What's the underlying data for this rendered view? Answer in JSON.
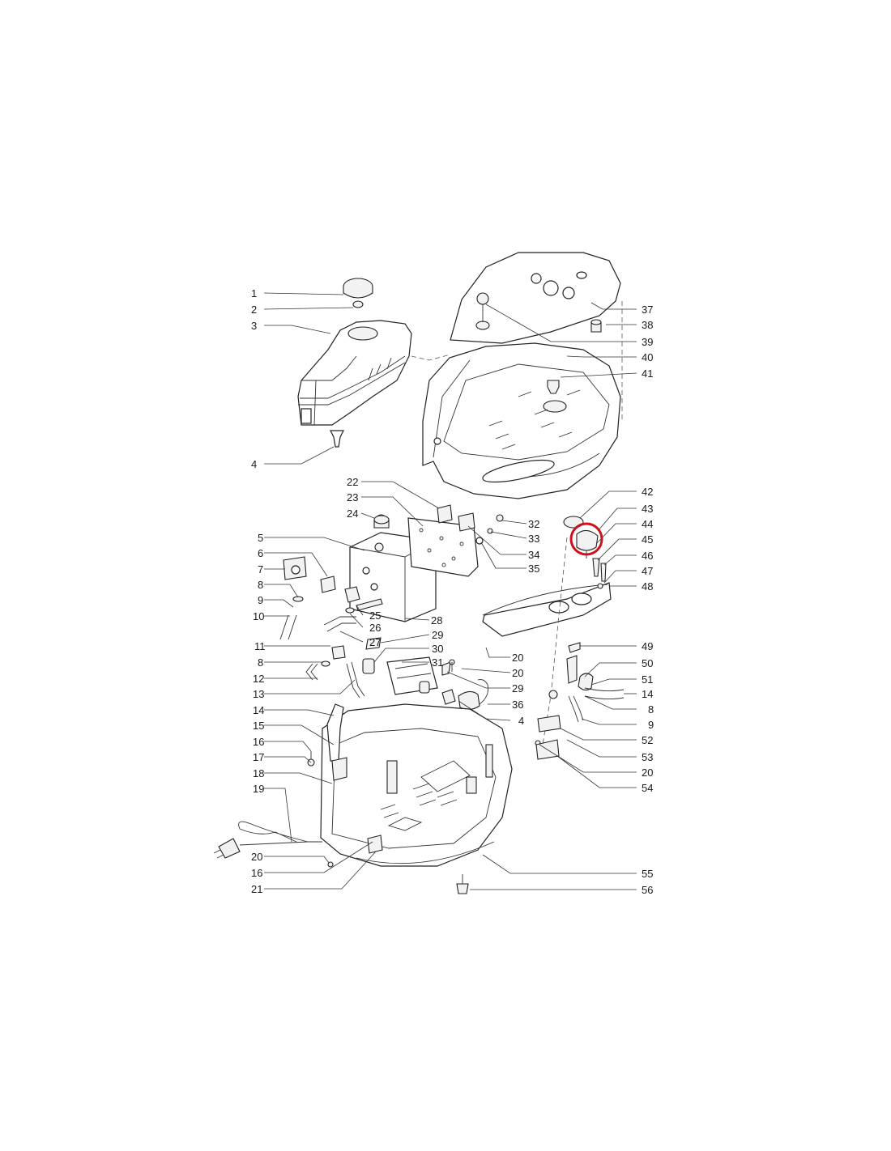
{
  "highlight_color": "#d0101e",
  "labels_left": [
    "1",
    "2",
    "3",
    "4",
    "22",
    "23",
    "24",
    "5",
    "6",
    "7",
    "8",
    "9",
    "10",
    "25",
    "26",
    "27",
    "28",
    "11",
    "8",
    "12",
    "13",
    "14",
    "15",
    "16",
    "17",
    "18",
    "19",
    "20",
    "16",
    "21"
  ],
  "labels_center": [
    "32",
    "33",
    "34",
    "35",
    "29",
    "30",
    "31",
    "20",
    "20",
    "29",
    "36",
    "4"
  ],
  "labels_right": [
    "37",
    "38",
    "39",
    "40",
    "41",
    "42",
    "43",
    "44",
    "45",
    "46",
    "47",
    "48",
    "49",
    "50",
    "51",
    "14",
    "8",
    "9",
    "52",
    "53",
    "20",
    "54",
    "55",
    "56"
  ],
  "highlighted_part": "44"
}
